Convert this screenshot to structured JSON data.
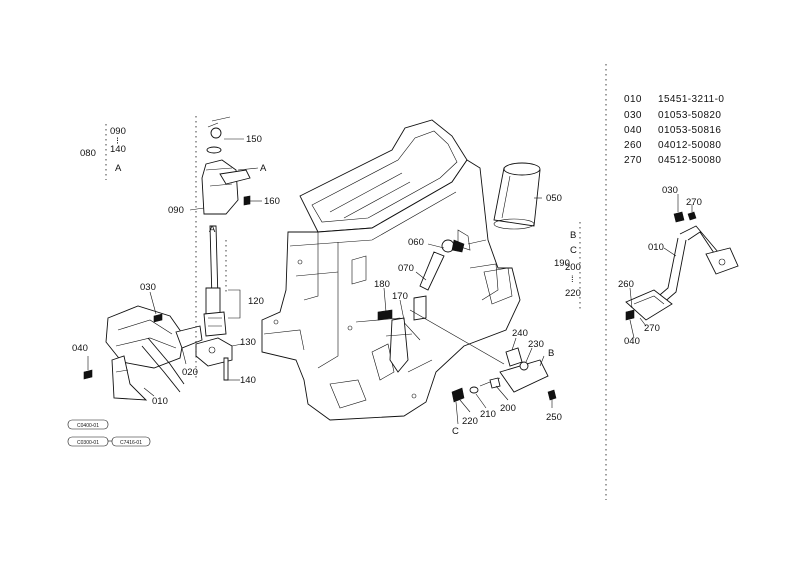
{
  "parts_table": [
    {
      "ref": "010",
      "part_no": "15451-3211-0"
    },
    {
      "ref": "030",
      "part_no": "01053-50820"
    },
    {
      "ref": "040",
      "part_no": "01053-50816"
    },
    {
      "ref": "260",
      "part_no": "04012-50080"
    },
    {
      "ref": "270",
      "part_no": "04512-50080"
    }
  ],
  "bracket_080": {
    "ref": "080",
    "items": [
      "090",
      "140",
      "A"
    ]
  },
  "bracket_190": {
    "ref": "190",
    "items": [
      "B",
      "C",
      "200",
      "220"
    ]
  },
  "callouts": {
    "c150": "150",
    "c160": "160",
    "cA_pump": "A",
    "c090": "090",
    "c120": "120",
    "c130": "130",
    "c140": "140",
    "c030": "030",
    "c040": "040",
    "c020": "020",
    "c010": "010",
    "c050": "050",
    "c060": "060",
    "c070": "070",
    "c180": "180",
    "c170": "170",
    "c240": "240",
    "c230": "230",
    "cB": "B",
    "c250": "250",
    "c200": "200",
    "c210": "210",
    "c220": "220",
    "cC": "C"
  },
  "inset_callouts": {
    "i030": "030",
    "i270a": "270",
    "i010": "010",
    "i260": "260",
    "i270b": "270",
    "i040": "040"
  },
  "serial_codes": [
    "C0400-01",
    "C0300-01",
    "C7416-01"
  ]
}
